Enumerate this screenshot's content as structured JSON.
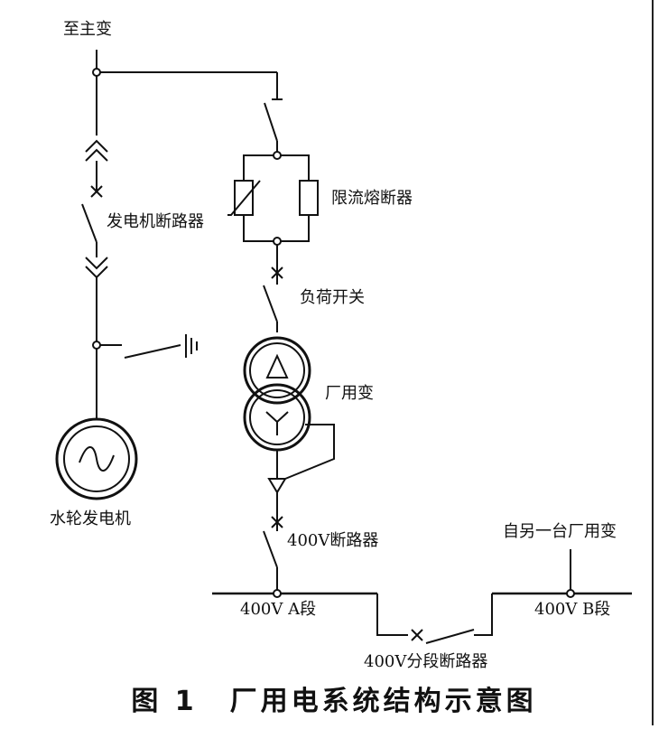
{
  "labels": {
    "to_main_transformer": "至主变",
    "generator_breaker": "发电机断路器",
    "current_limiting_fuse": "限流熔断器",
    "load_switch": "负荷开关",
    "station_transformer": "厂用变",
    "hydro_generator": "水轮发电机",
    "breaker_400v": "400V断路器",
    "from_other_transformer": "自另一台厂用变",
    "bus_a": "400V A段",
    "bus_b": "400V B段",
    "bus_tie_breaker": "400V分段断路器"
  },
  "caption": {
    "figure_no": "图 1",
    "title": "厂用电系统结构示意图"
  }
}
